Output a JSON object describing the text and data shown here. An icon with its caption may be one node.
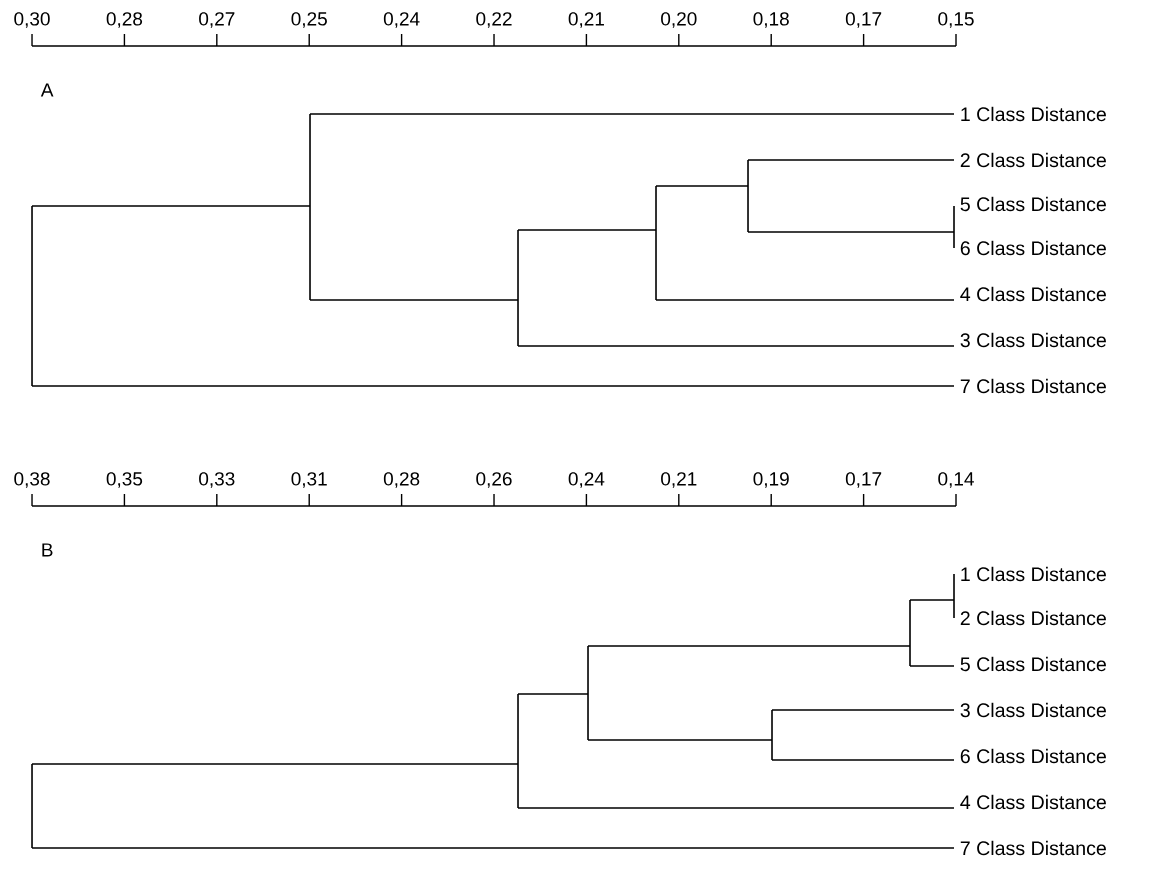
{
  "diagram": {
    "labels": [
      "0,30",
      "0,28",
      "0,27",
      "0,25",
      "0,24",
      "0,22",
      "0,21",
      "0,20",
      "0,18",
      "0,17",
      "0,15",
      "A",
      "1 Class Distance",
      "2 Class Distance",
      "5 Class Distance",
      "6 Class Distance",
      "4 Class Distance",
      "3 Class Distance",
      "7 Class Distance",
      "0,38",
      "0,35",
      "0,33",
      "0,31",
      "0,28",
      "0,26",
      "0,24",
      "0,21",
      "0,19",
      "0,17",
      "0,14",
      "B",
      "1 Class Distance",
      "2 Class Distance",
      "5 Class Distance",
      "3 Class Distance",
      "6 Class Distance",
      "4 Class Distance",
      "7 Class Distance"
    ]
  }
}
